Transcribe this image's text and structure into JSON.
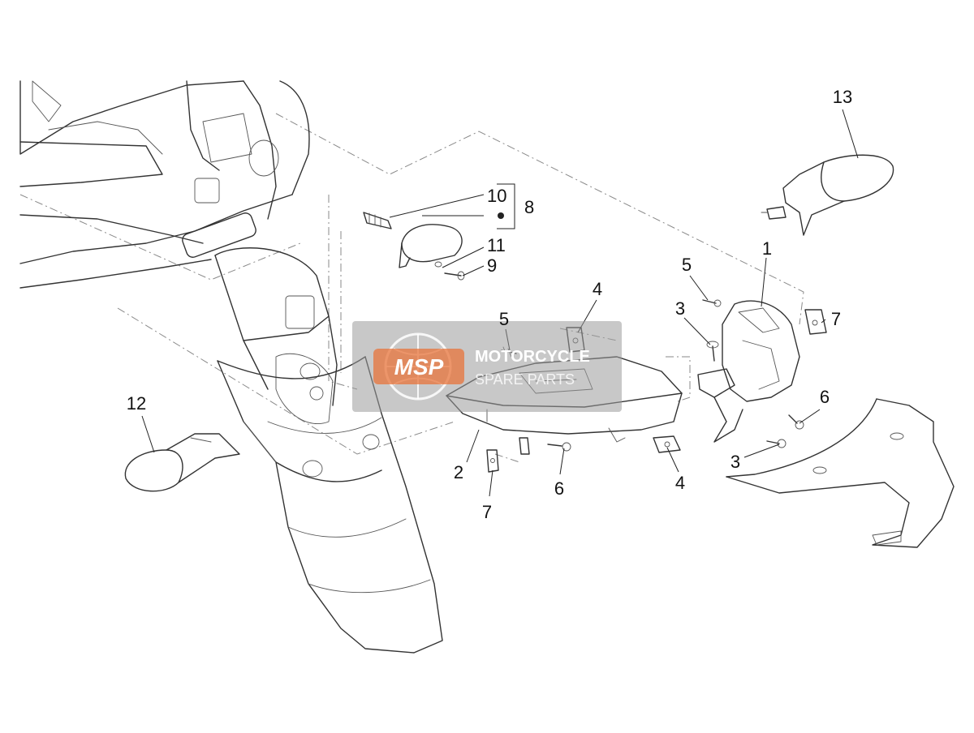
{
  "diagram": {
    "callouts": [
      {
        "id": "c1",
        "text": "1"
      },
      {
        "id": "c2",
        "text": "2"
      },
      {
        "id": "c3a",
        "text": "3"
      },
      {
        "id": "c3b",
        "text": "3"
      },
      {
        "id": "c4a",
        "text": "4"
      },
      {
        "id": "c4b",
        "text": "4"
      },
      {
        "id": "c5a",
        "text": "5"
      },
      {
        "id": "c5b",
        "text": "5"
      },
      {
        "id": "c6a",
        "text": "6"
      },
      {
        "id": "c6b",
        "text": "6"
      },
      {
        "id": "c7a",
        "text": "7"
      },
      {
        "id": "c7b",
        "text": "7"
      },
      {
        "id": "c8",
        "text": "8"
      },
      {
        "id": "c9",
        "text": "9"
      },
      {
        "id": "c10",
        "text": "10"
      },
      {
        "id": "c11",
        "text": "11"
      },
      {
        "id": "c12",
        "text": "12"
      },
      {
        "id": "c13",
        "text": "13"
      }
    ]
  },
  "watermark": {
    "badge": "MSP",
    "brand": "MOTORCYCLE",
    "tagline": "SPARE PARTS"
  },
  "colors": {
    "line": "#333333",
    "watermark_orange": "#e8743b",
    "watermark_gray": "#9a9a9a"
  }
}
